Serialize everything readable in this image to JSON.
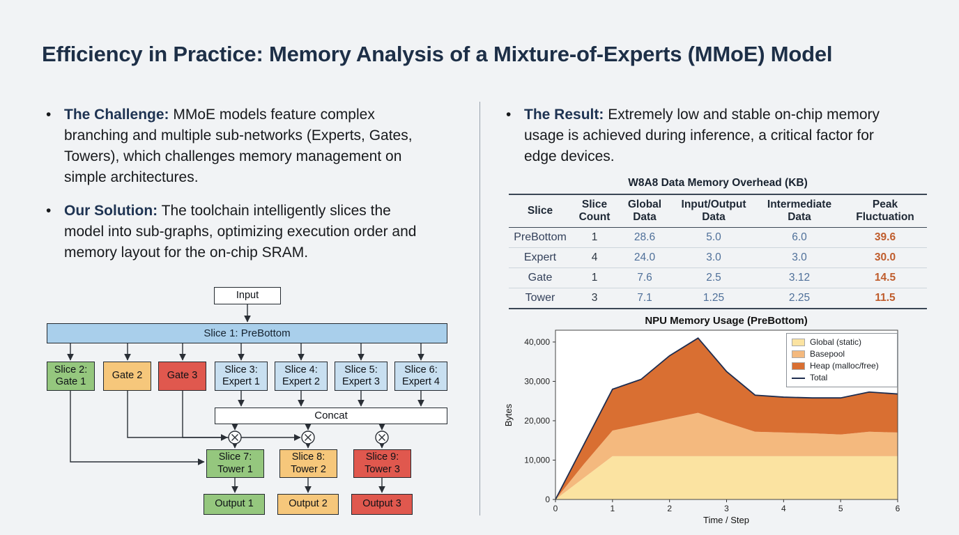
{
  "ui": {
    "bullet_char": "•"
  },
  "slide": {
    "title": "Efficiency in Practice: Memory Analysis of a Mixture-of-Experts (MMoE) Model"
  },
  "bullets": {
    "challenge": {
      "label": "The Challenge:",
      "text": "MMoE models feature complex branching and multiple sub-networks (Experts, Gates, Towers), which challenges memory management on simple architectures."
    },
    "solution": {
      "label": "Our Solution:",
      "text": "The toolchain intelligently slices the model into sub-graphs, optimizing execution order and memory layout for the on-chip SRAM."
    },
    "result": {
      "label": "The Result:",
      "text": "Extremely low and stable on-chip memory usage is achieved during inference, a critical factor for edge devices."
    }
  },
  "diagram": {
    "input": "Input",
    "slice1": "Slice 1: PreBottom",
    "gate1": "Slice 2:\nGate 1",
    "gate2": "Gate 2",
    "gate3": "Gate 3",
    "expert1": "Slice 3:\nExpert 1",
    "expert2": "Slice 4:\nExpert 2",
    "expert3": "Slice 5:\nExpert 3",
    "expert4": "Slice 6:\nExpert 4",
    "concat": "Concat",
    "tower1": "Slice 7:\nTower 1",
    "tower2": "Slice 8:\nTower 2",
    "tower3": "Slice 9:\nTower 3",
    "output1": "Output 1",
    "output2": "Output 2",
    "output3": "Output 3",
    "colors": {
      "green": "#95c77e",
      "orange": "#f6c77b",
      "red": "#e0584e",
      "blue_bar": "#a9cfeb",
      "blue_box": "#c8dff0",
      "white": "#ffffff"
    }
  },
  "memory_table": {
    "title": "W8A8 Data Memory Overhead (KB)",
    "headers": [
      "Slice",
      "Slice Count",
      "Global Data",
      "Input/Output Data",
      "Intermediate Data",
      "Peak Fluctuation"
    ],
    "rows": [
      [
        "PreBottom",
        "1",
        "28.6",
        "5.0",
        "6.0",
        "39.6"
      ],
      [
        "Expert",
        "4",
        "24.0",
        "3.0",
        "3.0",
        "30.0"
      ],
      [
        "Gate",
        "1",
        "7.6",
        "2.5",
        "3.12",
        "14.5"
      ],
      [
        "Tower",
        "3",
        "7.1",
        "1.25",
        "2.25",
        "11.5"
      ]
    ]
  },
  "chart_data": {
    "type": "area",
    "stacked": true,
    "title": "NPU Memory Usage (PreBottom)",
    "xlabel": "Time / Step",
    "ylabel": "Bytes",
    "xlim": [
      0,
      6
    ],
    "ylim": [
      0,
      43000
    ],
    "xticks": [
      0,
      1,
      2,
      3,
      4,
      5,
      6
    ],
    "yticks": [
      0,
      10000,
      20000,
      30000,
      40000
    ],
    "ytick_labels": [
      "0",
      "10,000",
      "20,000",
      "30,000",
      "40,000"
    ],
    "legend_position": "upper right",
    "grid": false,
    "x": [
      0,
      0.5,
      1,
      1.5,
      2,
      2.5,
      3,
      3.5,
      4,
      4.5,
      5,
      5.5,
      6
    ],
    "series": [
      {
        "name": "Global (static)",
        "color": "#fbe3a1",
        "values": [
          0,
          5500,
          11000,
          11000,
          11000,
          11000,
          11000,
          11000,
          11000,
          11000,
          11000,
          11000,
          11000
        ]
      },
      {
        "name": "Basepool",
        "color": "#f4b97e",
        "values": [
          0,
          3500,
          6500,
          8000,
          9500,
          11000,
          8500,
          6200,
          6000,
          5800,
          5500,
          6200,
          6000
        ]
      },
      {
        "name": "Heap (malloc/free)",
        "color": "#d96f32",
        "values": [
          0,
          5000,
          10500,
          11500,
          16000,
          19000,
          13000,
          9300,
          9000,
          9000,
          9300,
          10100,
          9800
        ]
      }
    ],
    "total_line": {
      "name": "Total",
      "color": "#1e2d4f",
      "values": [
        0,
        14000,
        28000,
        30500,
        36500,
        41000,
        32500,
        26500,
        26000,
        25800,
        25800,
        27300,
        26800
      ]
    }
  }
}
